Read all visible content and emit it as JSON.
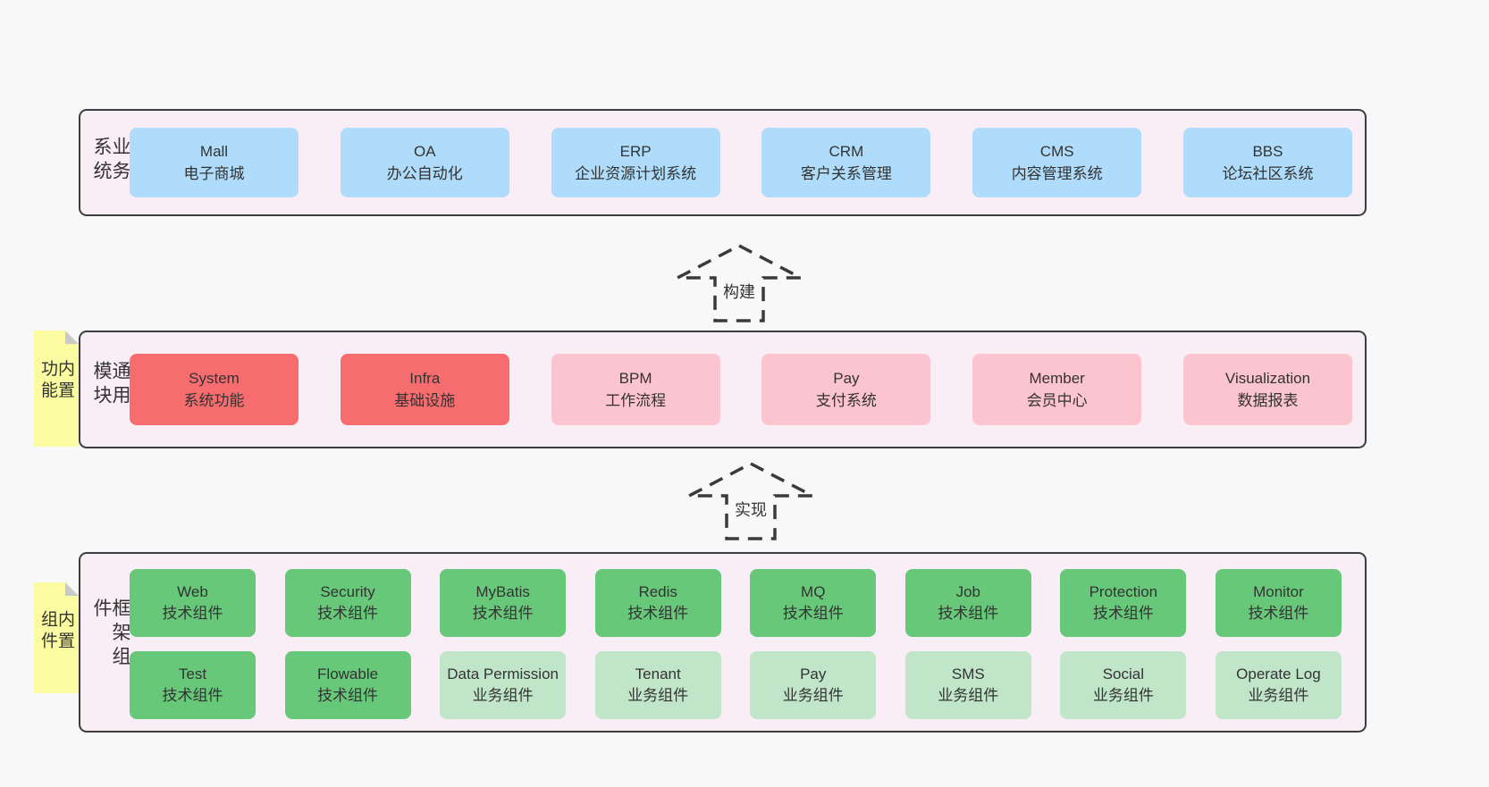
{
  "layers": [
    {
      "label": "业务系统",
      "boxes": [
        {
          "en": "Mall",
          "zh": "电子商城"
        },
        {
          "en": "OA",
          "zh": "办公自动化"
        },
        {
          "en": "ERP",
          "zh": "企业资源计划系统"
        },
        {
          "en": "CRM",
          "zh": "客户关系管理"
        },
        {
          "en": "CMS",
          "zh": "内容管理系统"
        },
        {
          "en": "BBS",
          "zh": "论坛社区系统"
        }
      ]
    },
    {
      "label": "通用模块",
      "sticky": "内置功能",
      "boxes": [
        {
          "en": "System",
          "zh": "系统功能"
        },
        {
          "en": "Infra",
          "zh": "基础设施"
        },
        {
          "en": "BPM",
          "zh": "工作流程"
        },
        {
          "en": "Pay",
          "zh": "支付系统"
        },
        {
          "en": "Member",
          "zh": "会员中心"
        },
        {
          "en": "Visualization",
          "zh": "数据报表"
        }
      ]
    },
    {
      "label": "框架组件",
      "sticky": "内置组件",
      "rows": [
        [
          {
            "en": "Web",
            "zh": "技术组件"
          },
          {
            "en": "Security",
            "zh": "技术组件"
          },
          {
            "en": "MyBatis",
            "zh": "技术组件"
          },
          {
            "en": "Redis",
            "zh": "技术组件"
          },
          {
            "en": "MQ",
            "zh": "技术组件"
          },
          {
            "en": "Job",
            "zh": "技术组件"
          },
          {
            "en": "Protection",
            "zh": "技术组件"
          },
          {
            "en": "Monitor",
            "zh": "技术组件"
          }
        ],
        [
          {
            "en": "Test",
            "zh": "技术组件"
          },
          {
            "en": "Flowable",
            "zh": "技术组件"
          },
          {
            "en": "Data Permission",
            "zh": "业务组件"
          },
          {
            "en": "Tenant",
            "zh": "业务组件"
          },
          {
            "en": "Pay",
            "zh": "业务组件"
          },
          {
            "en": "SMS",
            "zh": "业务组件"
          },
          {
            "en": "Social",
            "zh": "业务组件"
          },
          {
            "en": "Operate Log",
            "zh": "业务组件"
          }
        ]
      ]
    }
  ],
  "arrows": [
    {
      "label": "构建"
    },
    {
      "label": "实现"
    }
  ],
  "colors": {
    "background": "#f8f8f8",
    "layer_fill": "#f9edf6",
    "layer_border": "#3d3d3d",
    "business_box": "#aedcfa",
    "core_module_box": "#f76d6f",
    "optional_module_box": "#fbc4ce",
    "tech_component_box": "#67c87a",
    "biz_component_box": "#c0e5c8",
    "sticky_note": "#fbfba1",
    "sticky_fold": "#c9c9c9",
    "text": "#333333"
  }
}
